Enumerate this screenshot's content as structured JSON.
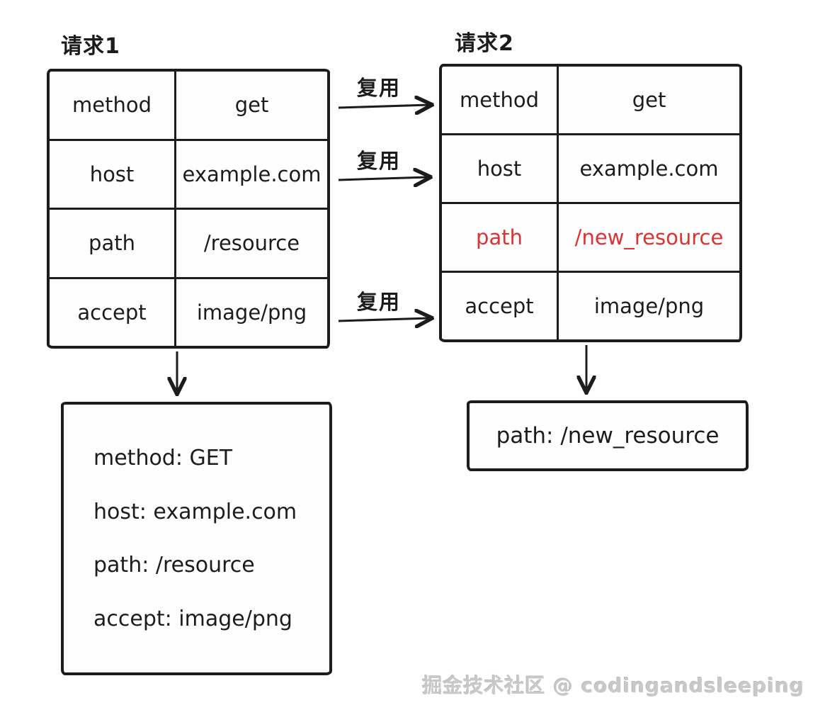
{
  "colors": {
    "ink": "#1c1c1c",
    "highlight_red": "#e03131",
    "watermark_gray": "#c8c8c8",
    "background": "#ffffff"
  },
  "request1": {
    "title": "请求1",
    "rows": [
      {
        "key": "method",
        "value": "get"
      },
      {
        "key": "host",
        "value": "example.com"
      },
      {
        "key": "path",
        "value": "/resource"
      },
      {
        "key": "accept",
        "value": "image/png"
      }
    ],
    "result_lines": [
      "method: GET",
      "host: example.com",
      "path: /resource",
      "accept: image/png"
    ]
  },
  "request2": {
    "title": "请求2",
    "rows": [
      {
        "key": "method",
        "value": "get"
      },
      {
        "key": "host",
        "value": "example.com"
      },
      {
        "key": "path",
        "value": "/new_resource",
        "highlighted": true
      },
      {
        "key": "accept",
        "value": "image/png"
      }
    ],
    "result_line": "path: /new_resource"
  },
  "arrows": {
    "reuse_label": "复用"
  },
  "watermark": "掘金技术社区 @ codingandsleeping"
}
